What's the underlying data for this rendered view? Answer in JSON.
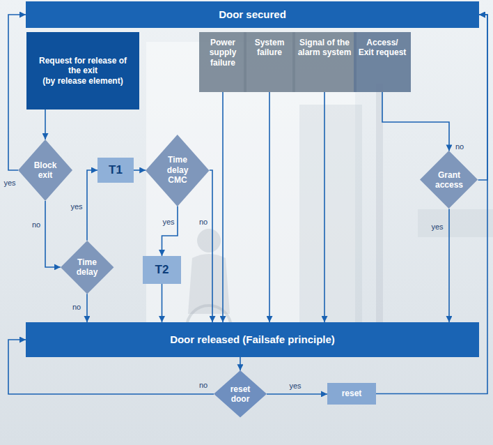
{
  "diagram": {
    "nodes": [
      {
        "text": [
          "Door secured"
        ]
      },
      {
        "text": [
          "Request for release of the exit",
          "(by release element)"
        ]
      },
      {
        "text": [
          "Power supply failure"
        ]
      },
      {
        "text": [
          "System failure"
        ]
      },
      {
        "text": [
          "Signal of the alarm system"
        ]
      },
      {
        "text": [
          "Access/ Exit request"
        ]
      },
      {
        "text": [
          "Block exit"
        ]
      },
      {
        "text": [
          "T1"
        ]
      },
      {
        "text": [
          "Time delay CMC"
        ]
      },
      {
        "text": [
          "Grant access"
        ]
      },
      {
        "text": [
          "Time delay"
        ]
      },
      {
        "text": [
          "T2"
        ]
      },
      {
        "text": [
          "Door released (Failsafe principle)"
        ]
      },
      {
        "text": [
          "reset door"
        ]
      },
      {
        "text": [
          "reset"
        ]
      }
    ],
    "edges": [
      {
        "from": 1,
        "to": 6,
        "arrow": "to"
      },
      {
        "from": 6,
        "to": 0,
        "arrow": "to",
        "label": "yes"
      },
      {
        "from": 6,
        "to": 10,
        "arrow": "to",
        "label": "no"
      },
      {
        "from": 10,
        "to": 7,
        "arrow": "to",
        "label": "yes"
      },
      {
        "from": 10,
        "to": 12,
        "arrow": "to",
        "label": "no"
      },
      {
        "from": 7,
        "to": 8,
        "arrow": "to"
      },
      {
        "from": 8,
        "to": 11,
        "arrow": "to",
        "label": "yes"
      },
      {
        "from": 8,
        "to": 12,
        "arrow": "to",
        "label": "no"
      },
      {
        "from": 11,
        "to": 12,
        "arrow": "to"
      },
      {
        "from": 2,
        "to": 12,
        "arrow": "to"
      },
      {
        "from": 3,
        "to": 12,
        "arrow": "to"
      },
      {
        "from": 4,
        "to": 12,
        "arrow": "to"
      },
      {
        "from": 5,
        "to": 9,
        "arrow": "to"
      },
      {
        "from": 9,
        "to": 0,
        "arrow": "to",
        "label": "no"
      },
      {
        "from": 9,
        "to": 12,
        "arrow": "to",
        "label": "yes"
      },
      {
        "from": 12,
        "to": 13,
        "arrow": "to"
      },
      {
        "from": 13,
        "to": 12,
        "arrow": "to",
        "label": "no"
      },
      {
        "from": 13,
        "to": 14,
        "arrow": "to",
        "label": "yes"
      },
      {
        "from": 14,
        "to": 0,
        "arrow": "to"
      }
    ]
  }
}
